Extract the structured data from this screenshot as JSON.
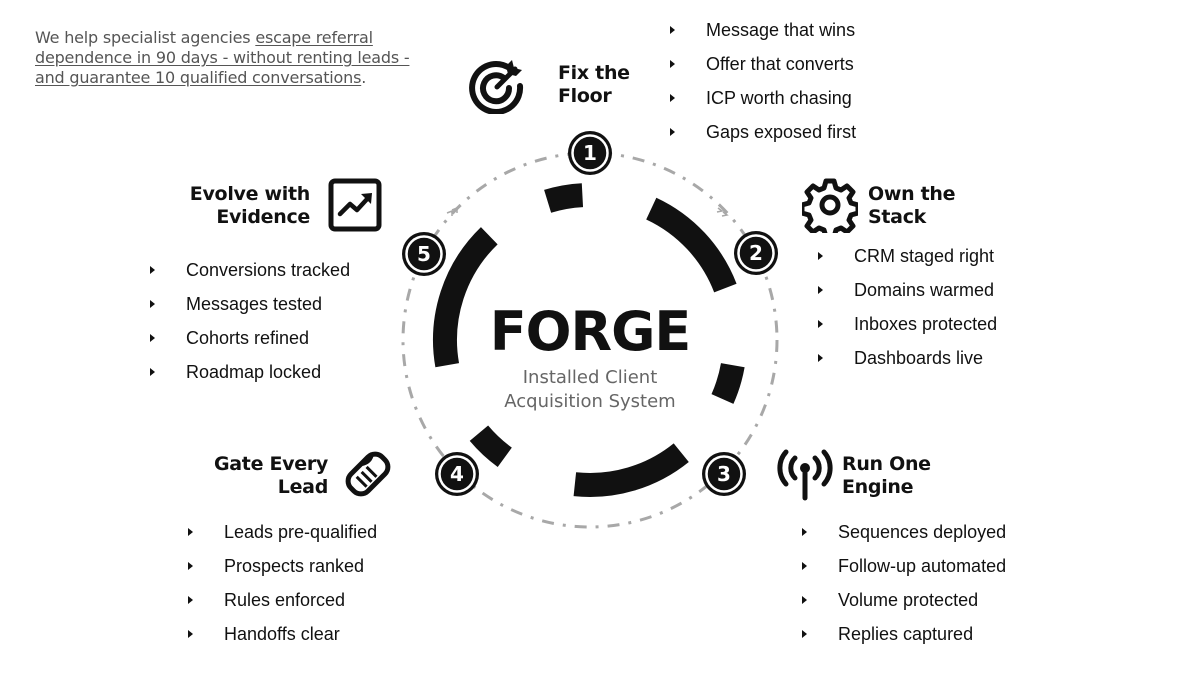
{
  "intro": {
    "plain": "We help specialist agencies ",
    "underlined": "escape referral dependence in 90 days - without renting leads - and guarantee 10 qualified conversations",
    "end": "."
  },
  "center": {
    "title": "FORGE",
    "subtitle_line1": "Installed Client",
    "subtitle_line2": "Acquisition System"
  },
  "stages": [
    {
      "number": "1",
      "title_line1": "Fix the",
      "title_line2": "Floor",
      "icon": "target-arrow-icon",
      "bullets": [
        "Message that wins",
        "Offer that converts",
        "ICP worth chasing",
        "Gaps exposed first"
      ]
    },
    {
      "number": "2",
      "title_line1": "Own the",
      "title_line2": "Stack",
      "icon": "gear-icon",
      "bullets": [
        "CRM staged right",
        "Domains warmed",
        "Inboxes protected",
        "Dashboards live"
      ]
    },
    {
      "number": "3",
      "title_line1": "Run One",
      "title_line2": "Engine",
      "icon": "broadcast-antenna-icon",
      "bullets": [
        "Sequences deployed",
        "Follow-up automated",
        "Volume protected",
        "Replies captured"
      ]
    },
    {
      "number": "4",
      "title_line1": "Gate Every",
      "title_line2": "Lead",
      "icon": "handshake-icon",
      "bullets": [
        "Leads pre-qualified",
        "Prospects ranked",
        "Rules enforced",
        "Handoffs clear"
      ]
    },
    {
      "number": "5",
      "title_line1": "Evolve with",
      "title_line2": "Evidence",
      "icon": "trend-chart-icon",
      "bullets": [
        "Conversions tracked",
        "Messages tested",
        "Cohorts refined",
        "Roadmap locked"
      ]
    }
  ],
  "colors": {
    "ink": "#111111",
    "dash": "#a8a8a8",
    "subtext": "#666666"
  }
}
